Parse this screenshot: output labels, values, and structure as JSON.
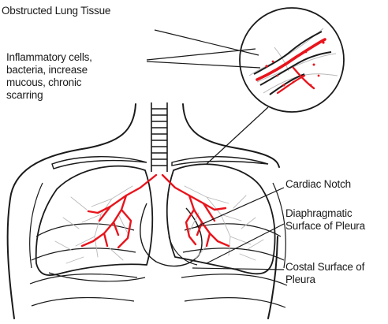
{
  "labels": {
    "obstructed": "Obstructed Lung Tissue",
    "inflammatory": "Inflammatory cells,\nbacteria, increase\nmucous, chronic\nscarring",
    "cardiac": "Cardiac Notch",
    "diaphragm": "Diaphragmatic\nSurface of Pleura",
    "costal": "Costal Surface of\nPleura"
  },
  "colors": {
    "outline": "#1a1a1a",
    "airway": "#e8141c",
    "vessel": "#b9b9b9",
    "background": "#ffffff"
  }
}
